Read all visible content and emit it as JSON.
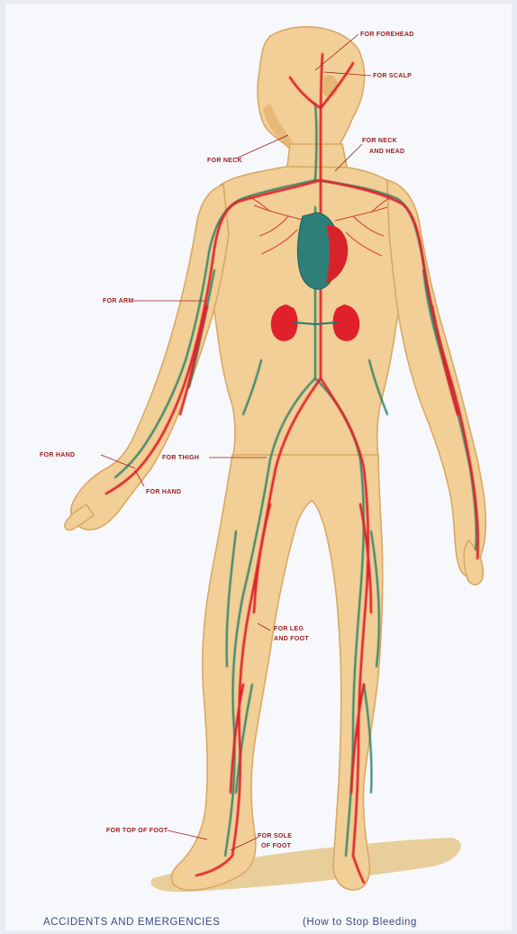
{
  "labels": {
    "forehead": "FOR FOREHEAD",
    "scalp": "FOR SCALP",
    "neck": "FOR NECK",
    "neck_and_head": "FOR NECK",
    "neck_and_head_2": "AND HEAD",
    "arm": "FOR ARM",
    "hand_left": "FOR HAND",
    "hand_left_2": "FOR HAND",
    "thigh": "FOR THIGH",
    "leg": "FOR LEG",
    "leg_2": "AND FOOT",
    "top_of_foot": "FOR TOP OF FOOT",
    "sole": "FOR SOLE",
    "sole_2": "OF FOOT"
  },
  "caption": {
    "main": "ACCIDENTS AND EMERGENCIES",
    "sub": "(How to Stop Bleeding"
  },
  "colors": {
    "skin": "#f2cf96",
    "artery": "#e0202a",
    "vein": "#1f7a66",
    "heart": "#2e7f7a",
    "label": "#9a2020"
  }
}
